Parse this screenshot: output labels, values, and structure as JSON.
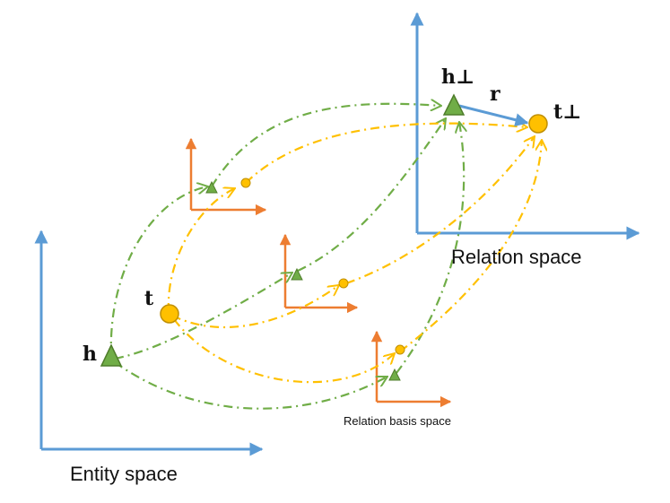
{
  "labels": {
    "h": "h",
    "t": "t",
    "h_perp": "h⊥",
    "t_perp": "t⊥",
    "r": "r",
    "entity_space": "Entity space",
    "relation_space": "Relation space",
    "relation_basis_space": "Relation basis space"
  },
  "colors": {
    "axis_blue": "#5b9bd5",
    "axis_orange": "#ed7d31",
    "green": "#70ad47",
    "green_dark": "#4f7d2b",
    "yellow": "#ffc000",
    "yellow_stroke": "#c08f00"
  }
}
